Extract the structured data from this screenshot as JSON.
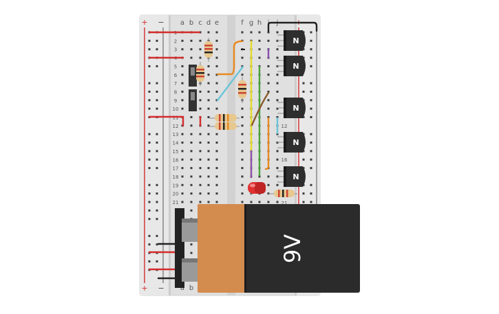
{
  "breadboard": {
    "columns_left": [
      "a",
      "b",
      "c",
      "d",
      "e"
    ],
    "columns_right": [
      "f",
      "g",
      "h",
      "i",
      "j"
    ],
    "row_numbers": [
      "1",
      "2",
      "3",
      "4",
      "5",
      "6",
      "7",
      "8",
      "9",
      "10",
      "11",
      "12",
      "13",
      "14",
      "15",
      "16",
      "17",
      "18",
      "19",
      "20",
      "21"
    ],
    "rail_plus": "+",
    "rail_minus": "−",
    "bottom_labels": [
      "a",
      "b"
    ],
    "right_row_labels": [
      "12",
      "16",
      "21"
    ]
  },
  "transistors": [
    {
      "label": "N"
    },
    {
      "label": "N"
    },
    {
      "label": "N"
    },
    {
      "label": "N"
    },
    {
      "label": "N"
    }
  ],
  "battery": {
    "label": "9V"
  },
  "colors": {
    "board": "#e3e3e3",
    "rail_red": "#d42b2b",
    "rail_dark": "#333333",
    "battery_body": "#2b2b2b",
    "battery_cap": "#d38b4e",
    "wire_orange": "#e8891f",
    "wire_cyan": "#6cc4d8",
    "wire_yellow": "#e6dc2a",
    "wire_green": "#4aa33a",
    "wire_brown": "#8a5a2b",
    "wire_purple": "#8a4fb0",
    "led_red": "#e03030"
  }
}
